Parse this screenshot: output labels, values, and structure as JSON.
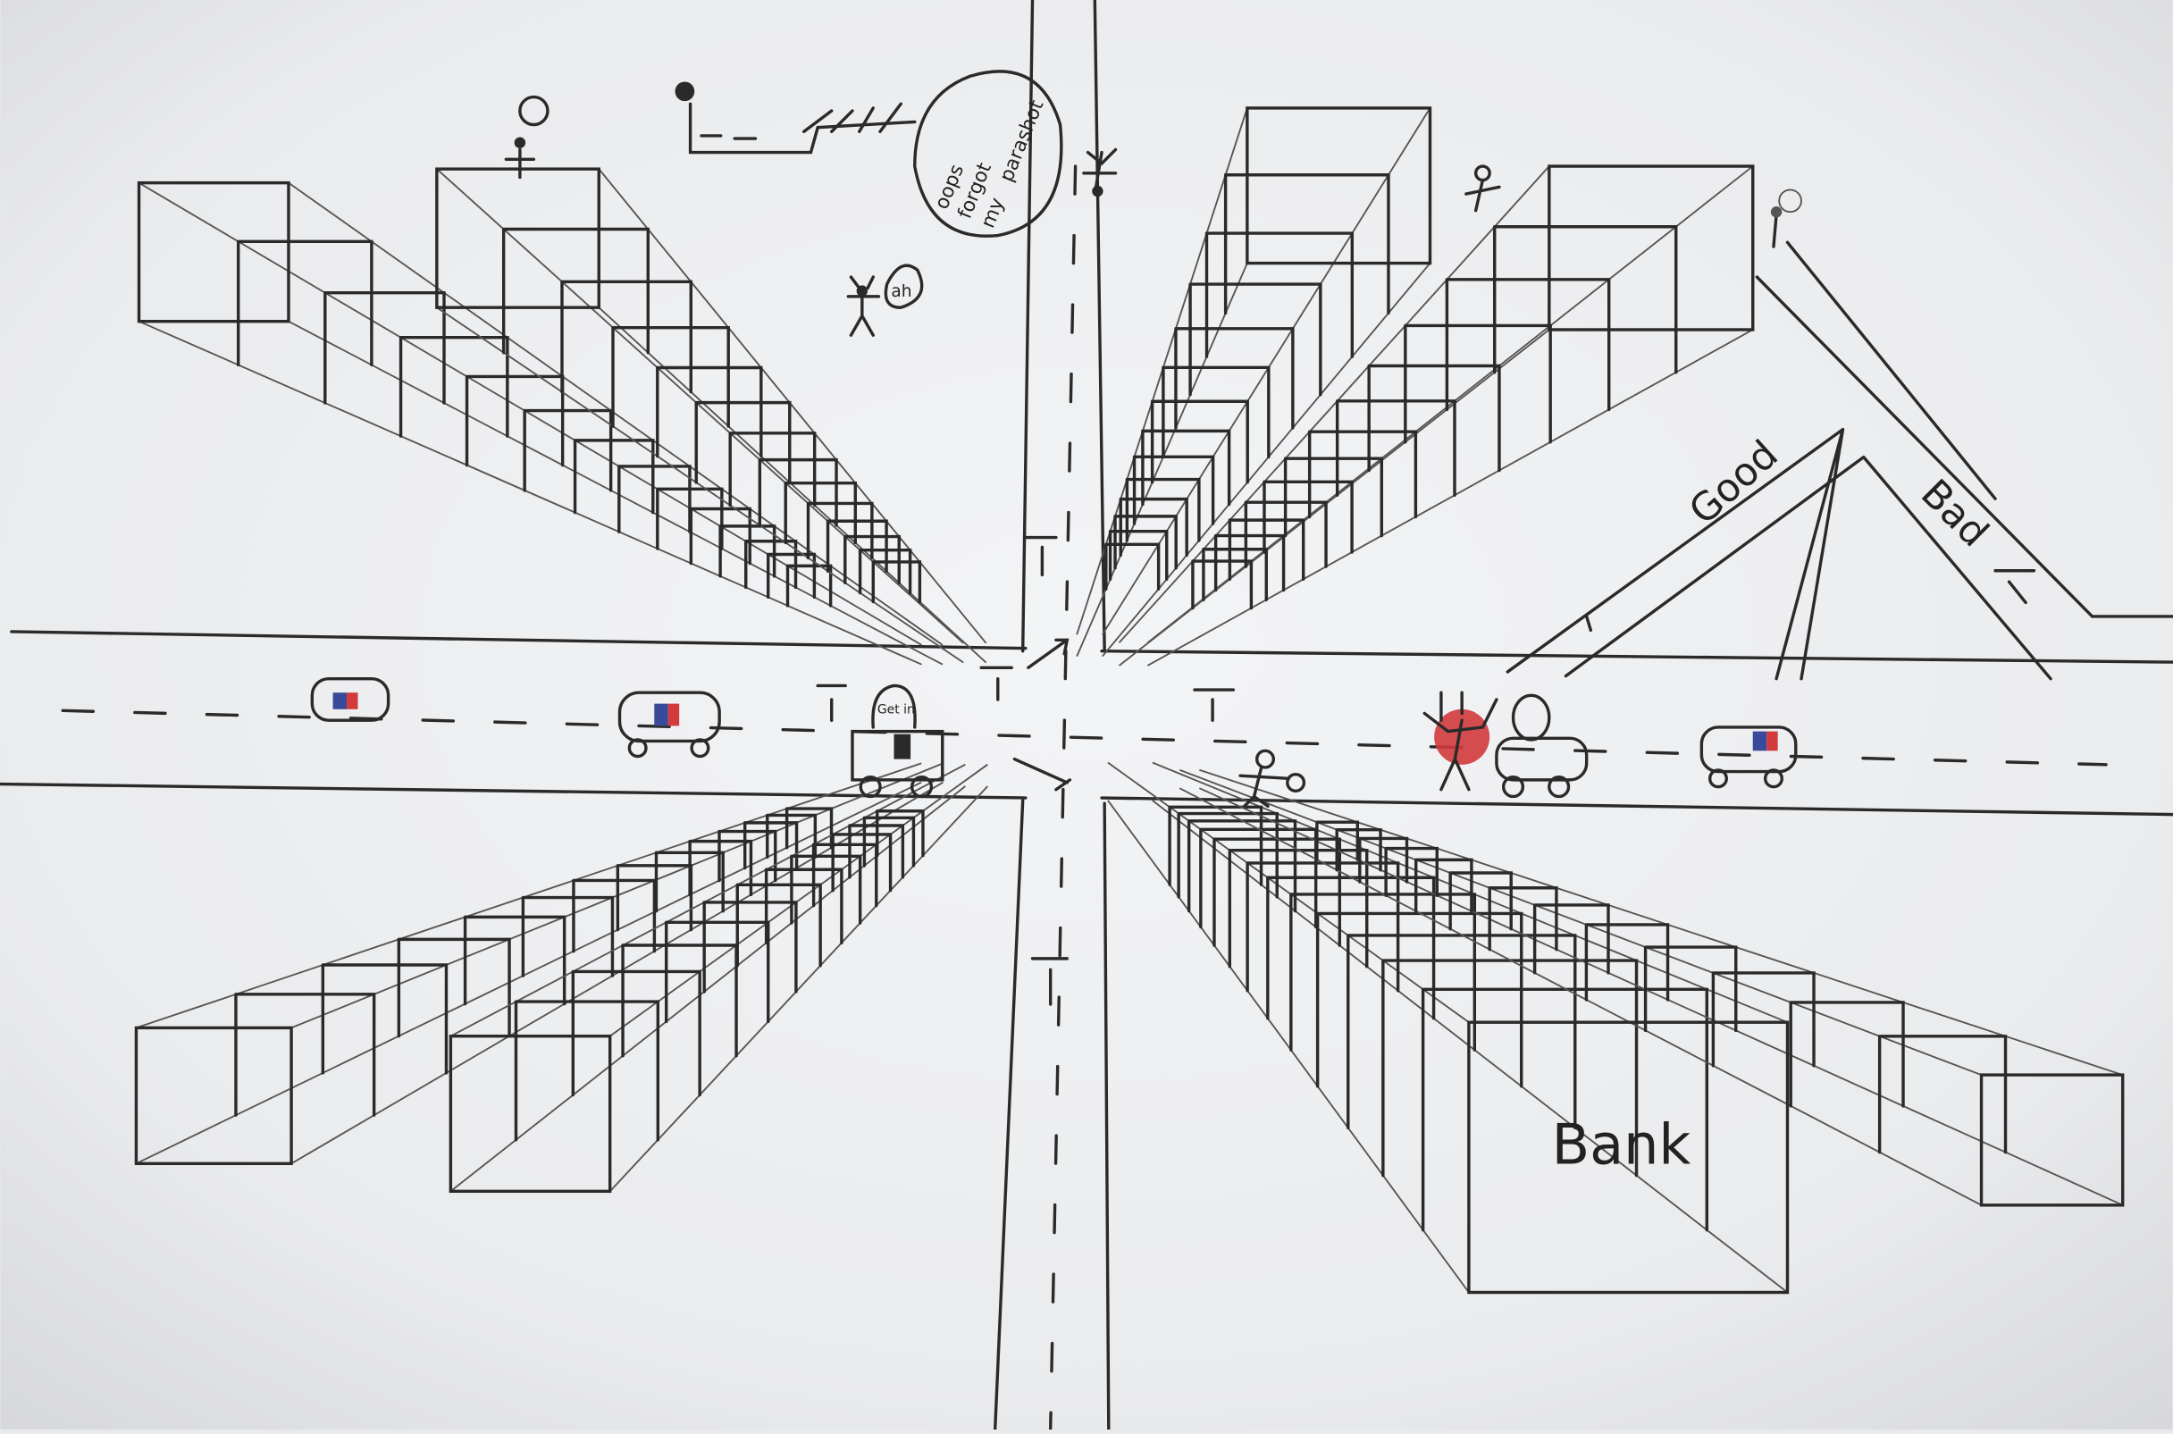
{
  "drawing": {
    "speech_bubble_parachute": {
      "line1": "oops",
      "line2": "forgot",
      "line3": "my",
      "line4": "parashot"
    },
    "speech_bubble_ah": "ah",
    "speech_bubble_get_in": "Get in",
    "ramp_good_label": "Good",
    "ramp_bad_label": "Bad",
    "bank_sign": "Bank"
  },
  "colors": {
    "paper": "#ecedef",
    "pencil": "#2a2a2a",
    "red_marker": "#d23a3c",
    "blue_marker": "#3a4a9a"
  }
}
